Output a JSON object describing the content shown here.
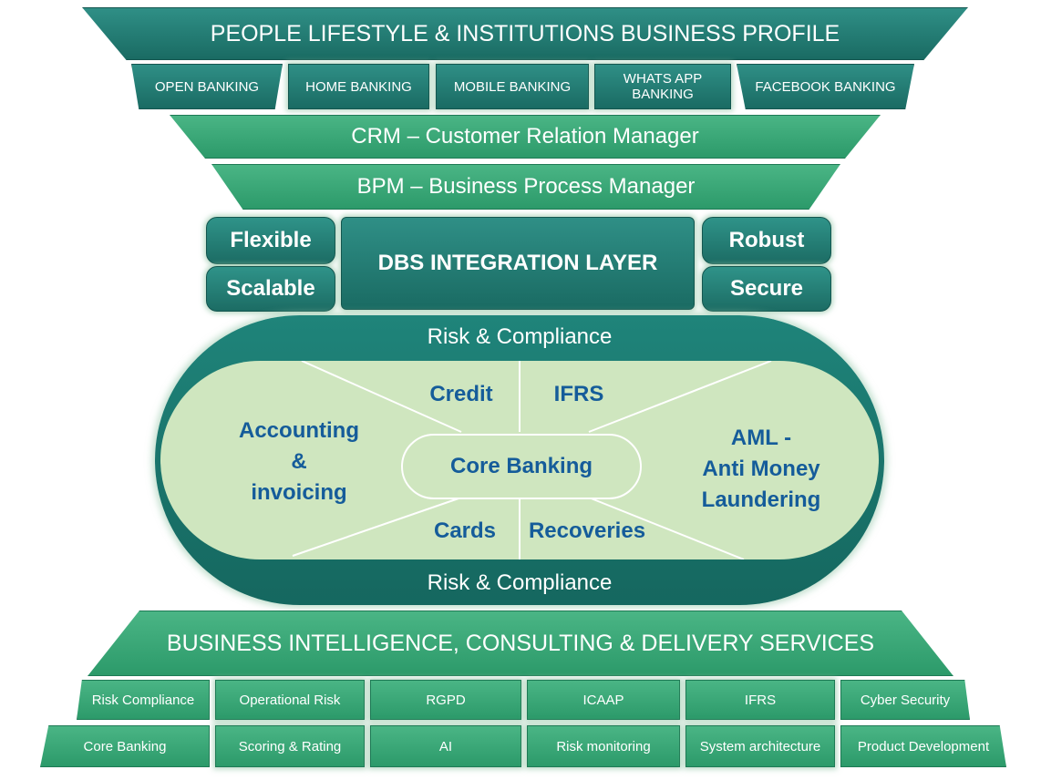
{
  "top": {
    "title": "PEOPLE LIFESTYLE & INSTITUTIONS BUSINESS PROFILE",
    "channels": [
      "OPEN BANKING",
      "HOME BANKING",
      "MOBILE BANKING",
      "WHATS APP BANKING",
      "FACEBOOK BANKING"
    ],
    "crm": "CRM – Customer Relation Manager",
    "bpm": "BPM – Business Process Manager"
  },
  "integration": {
    "title": "DBS INTEGRATION LAYER",
    "left": [
      "Flexible",
      "Scalable"
    ],
    "right": [
      "Robust",
      "Secure"
    ]
  },
  "core": {
    "ring_top": "Risk & Compliance",
    "ring_bottom": "Risk & Compliance",
    "center": "Core Banking",
    "credit": "Credit",
    "ifrs": "IFRS",
    "cards": "Cards",
    "recoveries": "Recoveries",
    "accounting": [
      "Accounting",
      "&",
      "invoicing"
    ],
    "aml": [
      "AML -",
      "Anti Money",
      "Laundering"
    ]
  },
  "bottom": {
    "title": "BUSINESS INTELLIGENCE, CONSULTING & DELIVERY SERVICES",
    "row1": [
      "Risk Compliance",
      "Operational Risk",
      "RGPD",
      "ICAAP",
      "IFRS",
      "Cyber Security"
    ],
    "row2": [
      "Core Banking",
      "Scoring & Rating",
      "AI",
      "Risk monitoring",
      "System architecture",
      "Product Development"
    ]
  },
  "colors": {
    "dark_teal": "#1f7a71",
    "green": "#3aa877",
    "light_green": "#cfe6bf",
    "blue_text": "#155c9a"
  }
}
